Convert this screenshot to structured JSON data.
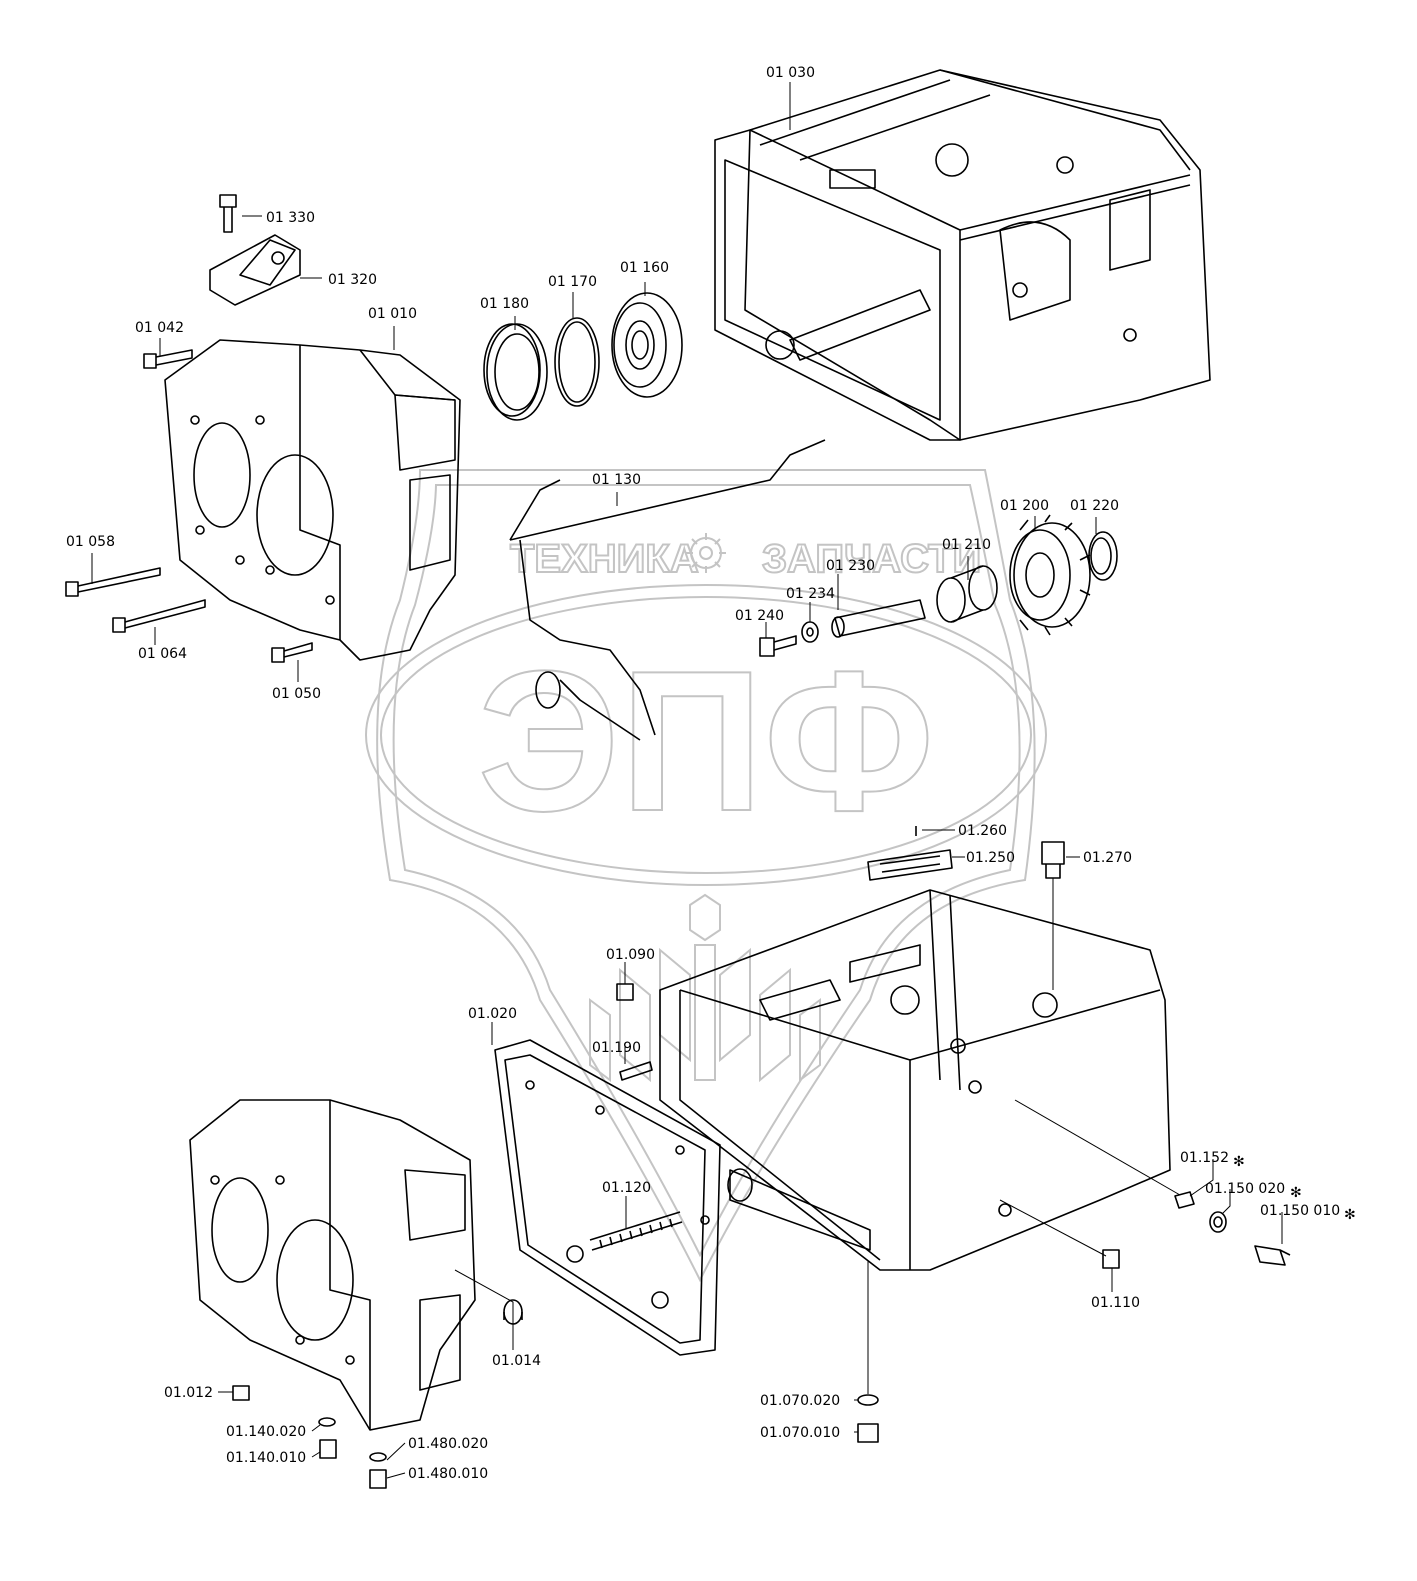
{
  "watermark": {
    "brand_left": "ТЕХНИКА",
    "brand_right": "ЗАПЧАСТИ",
    "logo": "ЭПФ",
    "color": "#c4c4c4"
  },
  "labels": {
    "p01030": "01 030",
    "p01330": "01 330",
    "p01320": "01 320",
    "p01170": "01 170",
    "p01160": "01 160",
    "p01180": "01 180",
    "p01042": "01 042",
    "p01010": "01 010",
    "p01130": "01 130",
    "p01200": "01 200",
    "p01220": "01 220",
    "p01058": "01 058",
    "p01210": "01 210",
    "p01230": "01 230",
    "p01234": "01 234",
    "p01240": "01 240",
    "p01064": "01 064",
    "p01050": "01 050",
    "p01_260": "01.260",
    "p01_250": "01.250",
    "p01_270": "01.270",
    "p01_090": "01.090",
    "p01_020": "01.020",
    "p01_190": "01.190",
    "p01_152": "01.152",
    "p01_150_020": "01.150 020",
    "p01_150_010": "01.150 010",
    "p01_120": "01.120",
    "p01_110": "01.110",
    "p01_014": "01.014",
    "p01_012": "01.012",
    "p01_070_020": "01.070.020",
    "p01_070_010": "01.070.010",
    "p01_140_020": "01.140.020",
    "p01_140_010": "01.140.010",
    "p01_480_020": "01.480.020",
    "p01_480_010": "01.480.010",
    "asterisk": "✻"
  }
}
